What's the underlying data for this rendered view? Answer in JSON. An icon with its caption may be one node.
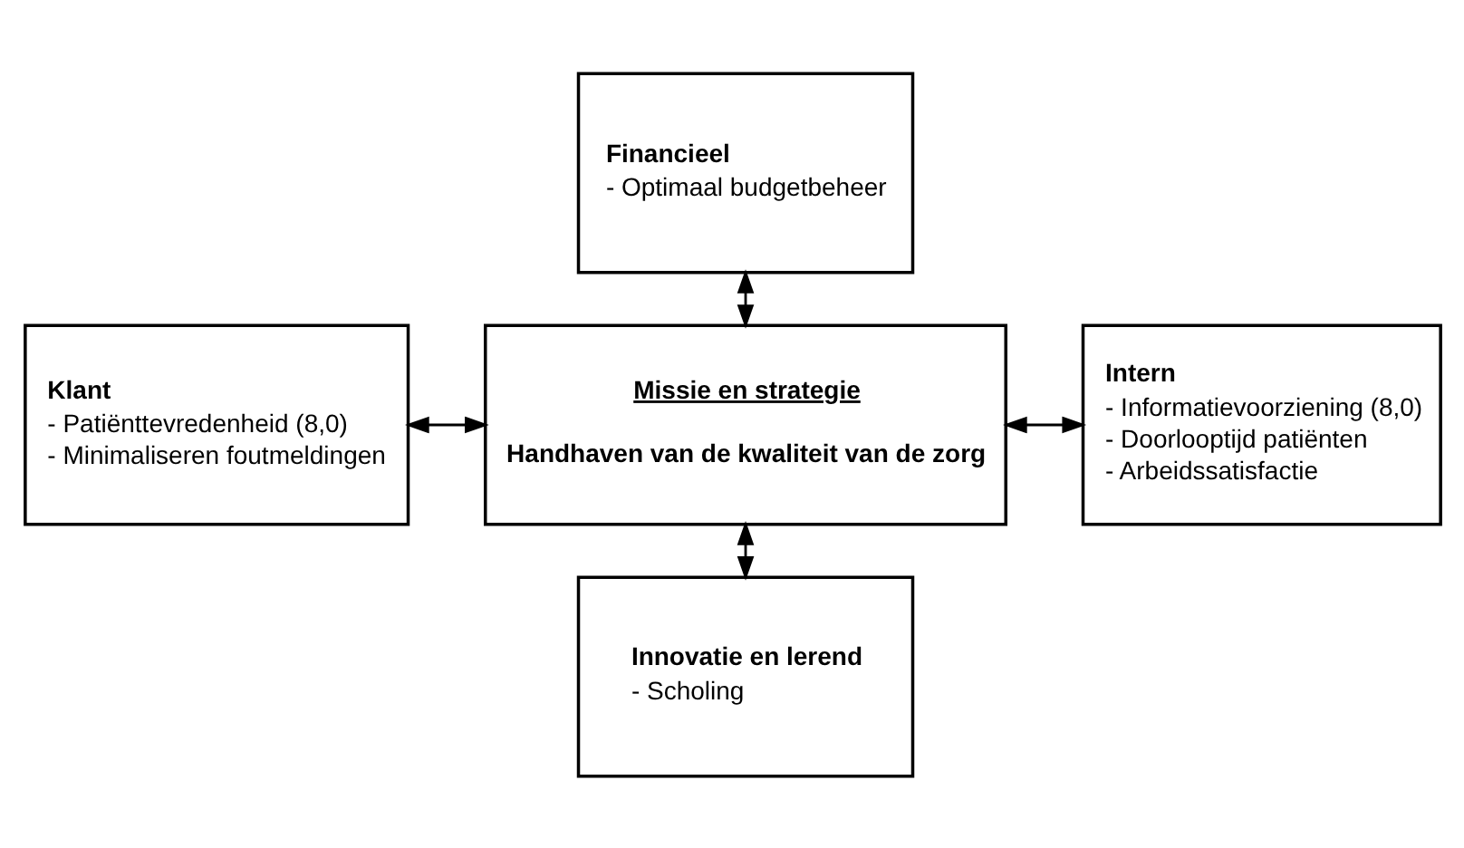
{
  "diagram": {
    "nodes": [
      {
        "text": [
          "Financieel",
          "- Optimaal budgetbeheer"
        ]
      },
      {
        "text": [
          "Klant",
          "- Patiënttevredenheid (8,0)",
          "- Minimaliseren foutmeldingen"
        ]
      },
      {
        "text": [
          "Missie en strategie",
          "Handhaven van de kwaliteit van de zorg"
        ]
      },
      {
        "text": [
          "Intern",
          "- Informatievoorziening (8,0)",
          "- Doorlooptijd patiënten",
          "- Arbeidssatisfactie"
        ]
      },
      {
        "text": [
          "Innovatie en lerend",
          "- Scholing"
        ]
      }
    ],
    "edges": [
      {
        "from": 0,
        "to": 2,
        "arrow": "both"
      },
      {
        "from": 1,
        "to": 2,
        "arrow": "both"
      },
      {
        "from": 2,
        "to": 3,
        "arrow": "both"
      },
      {
        "from": 2,
        "to": 4,
        "arrow": "both"
      }
    ]
  }
}
